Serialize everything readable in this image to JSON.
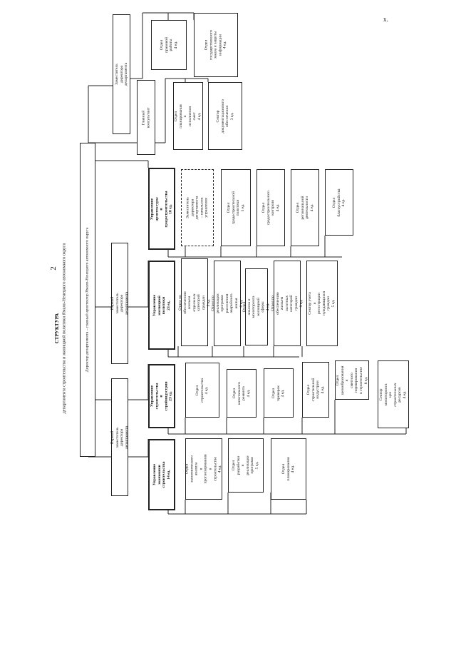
{
  "page_number": "2",
  "corner_mark": "x.",
  "title": {
    "heading": "СТРУКТУРА",
    "line1": "департамента строительства и жилищной политики Ямало-Ненецкого автономного округа",
    "line2": "Директор департамента – главный архитектор Ямало-Ненецкого автономного округа"
  },
  "boxes": {
    "deputy_director": "Заместитель директора департамента",
    "legal_dept": "Отдел правовой\nработы\n4 ед.",
    "state_orders_dept": "Отдел\nгосударственного\nзаказа и защиты\nинформации\n4 ед.",
    "chief_consultant": "Главный консультант",
    "planning_dept": "Отдел планирования и\nисполнения смет\n4 ед.",
    "document_sector": "Сектор\nдокументационного\nобеспечения\n3 ед.",
    "arch_mgmt": "Управление архитектуры\nи градостроительства\n18 ед.",
    "arch_deputy": "Заместитель директора\nдепартамента – начальник\nуправления",
    "urban_policy_dept": "Отдел градостроительной\nполитики\n5 ед.",
    "urban_control_dept": "Отдел градостроительного\nконтроля\n4 ед.",
    "regional_dept": "Отдел региональной\nдеятельности\n4 ед.",
    "improvement_dept": "Отдел благоустройства\n4 ед.",
    "first_deputy_top": "Первый заместитель директора департамента",
    "housing_mgmt": "Управление жилищной политики\n23 ед.",
    "housing_categories_dept": "Отдел по обеспечению жильем\nотдельных категорий граждан\n5 ед.",
    "programs_dept": "Отдел по реализации программ\nрасселения аварийного жилья\n6 ед.",
    "housing_analysis_dept": "Отдел анализа и мониторинга\nжилищной сферы\n4 ед.",
    "privileged_dept": "Отдел по обеспечению жильем\nльготных категорий граждан\n9 ед.",
    "registration_sector": "Сектор учета и регистрации\nнуждающихся граждан\n5 ед.",
    "construction_mgmt": "Управление строительства\nи стройиндустрии\n23 ед.",
    "construction_dept": "Отдел строительства\n4 ед.",
    "capital_repair_dept": "Отдел капитального\nремонта\n4 ед.",
    "inspection_dept": "Отдел проверок\n4 ед.",
    "industry_dept": "Отдел строительной\nиндустрии\n4 ед.",
    "pricing_dept": "Отдел ценообразования и\nсметного нормирования\nв строительстве\n8 ед.",
    "price_monitoring_sector": "Сектор мониторинга цен\nстроительных ресурсов\n4 ед.",
    "first_deputy_bottom": "Первый заместитель директора департамента",
    "economy_mgmt": "Управление экономики\nстроительства\n14 ед.",
    "econ_analysis_dept": "Отдел экономического\nанализа\nи прогнозирования в\nстроительстве\n4 ед.",
    "program_dev_dept": "Отдел разработки и\nреализации программ\n5 ед.",
    "planning_small_dept": "Отдел\nпланирования\n4 ед."
  }
}
